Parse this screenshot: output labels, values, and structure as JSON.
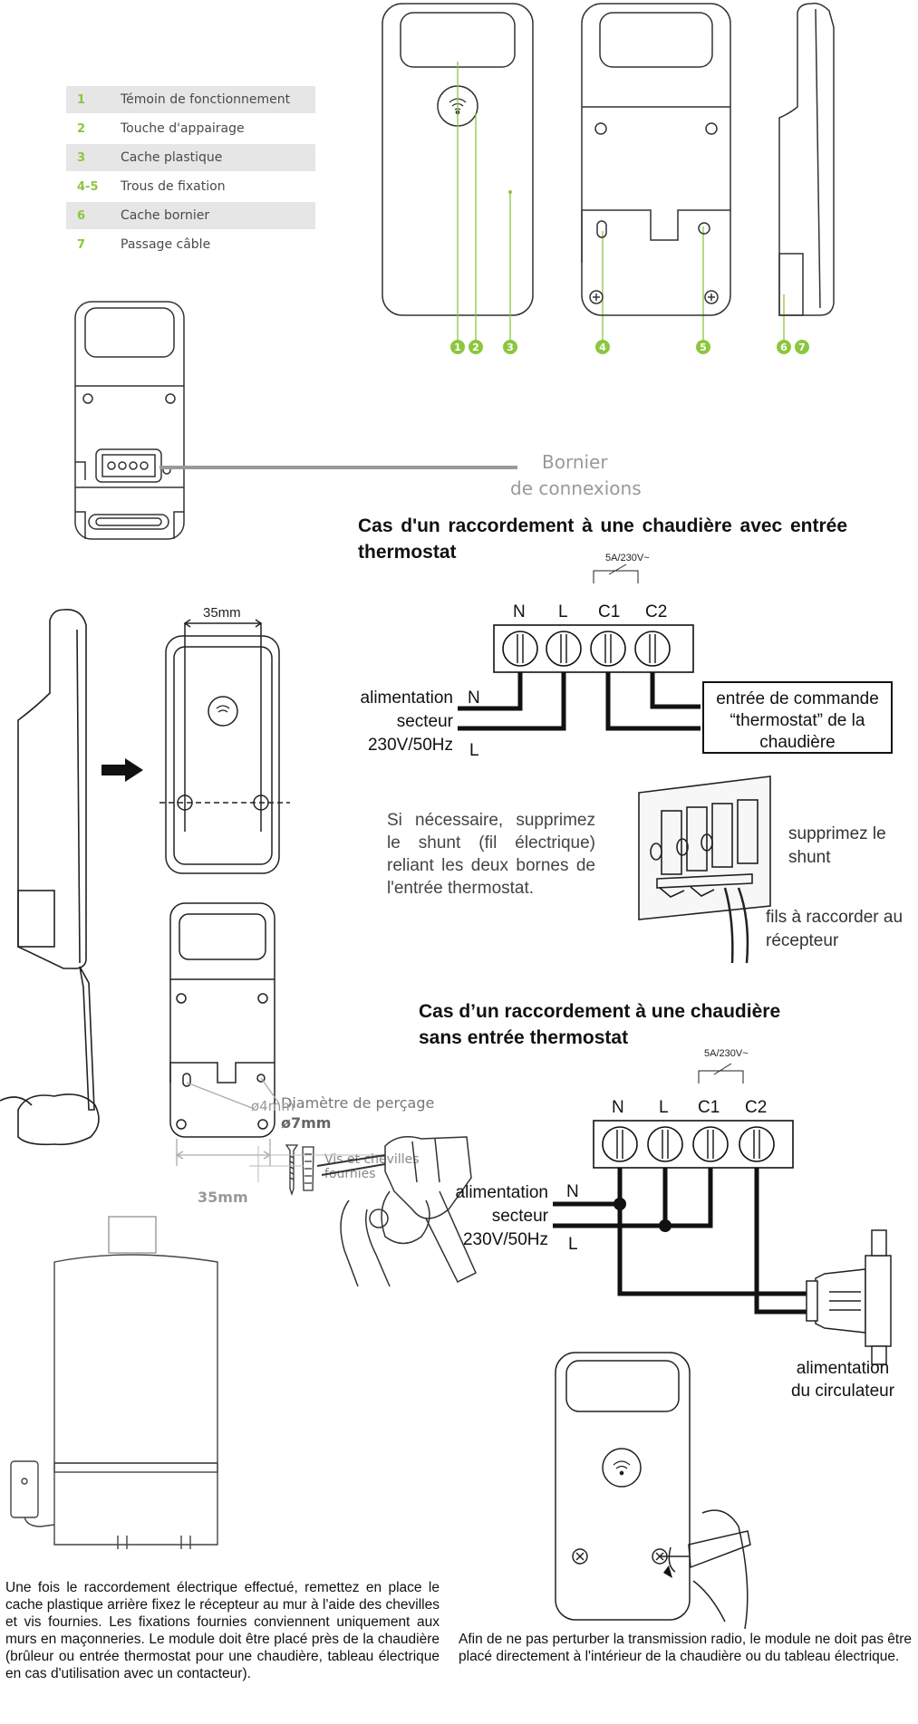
{
  "legend": [
    {
      "num": "1",
      "label": "Témoin de fonctionnement"
    },
    {
      "num": "2",
      "label": "Touche d'appairage"
    },
    {
      "num": "3",
      "label": "Cache plastique"
    },
    {
      "num": "4-5",
      "label": "Trous de fixation"
    },
    {
      "num": "6",
      "label": "Cache bornier"
    },
    {
      "num": "7",
      "label": "Passage câble"
    }
  ],
  "callouts": [
    "1",
    "2",
    "3",
    "4",
    "5",
    "6",
    "7"
  ],
  "bornier_label": {
    "line1": "Bornier",
    "line2": "de connexions"
  },
  "section1": {
    "title": "Cas d'un raccordement à une chaudière avec entrée thermostat",
    "rating": "5A/230V~",
    "terminals": [
      "N",
      "L",
      "C1",
      "C2"
    ],
    "supply_label": [
      "alimentation",
      "secteur",
      "230V/50Hz"
    ],
    "wire_n": "N",
    "wire_l": "L",
    "command_box": [
      "entrée de commande",
      "“thermostat” de la",
      "chaudière"
    ]
  },
  "shunt": {
    "note": "Si nécessaire, supprimez le shunt (fil électrique) reliant les deux bornes de l'entrée thermostat.",
    "remove_label": "supprimez le shunt",
    "wires_label": "fils à raccorder au récepteur"
  },
  "mounting": {
    "dim_top": "35mm",
    "dim_bottom": "35mm",
    "drill_label": "Diamètre de perçage",
    "drill_value": "ø7mm",
    "screws_label": "Vis et chevilles fournies",
    "bit_label": "ø4mm"
  },
  "section2": {
    "title_line1": "Cas d’un raccordement à une chaudière",
    "title_line2": "sans entrée thermostat",
    "rating": "5A/230V~",
    "terminals": [
      "N",
      "L",
      "C1",
      "C2"
    ],
    "supply_label": [
      "alimentation",
      "secteur",
      "230V/50Hz"
    ],
    "wire_n": "N",
    "wire_l": "L",
    "pump_label": [
      "alimentation",
      "du circulateur"
    ]
  },
  "footer": {
    "left": "Une fois le raccordement électrique effectué, remettez en place le cache plastique arrière fixez le récepteur au mur à l'aide des chevilles et vis fournies. Les fixations fournies conviennent uniquement aux murs en maçonneries. Le module doit être placé près de la chaudière (brûleur ou entrée thermostat pour une chaudière, tableau électrique en cas d'utilisation avec un contacteur).",
    "right": "Afin de ne pas perturber la transmission radio, le module ne doit pas être placé directement à l'intérieur de la chaudière ou du tableau électrique."
  },
  "colors": {
    "accent_green": "#8cc63f",
    "legend_bg": "#e6e6e6",
    "line_grey": "#9a9a9a"
  }
}
